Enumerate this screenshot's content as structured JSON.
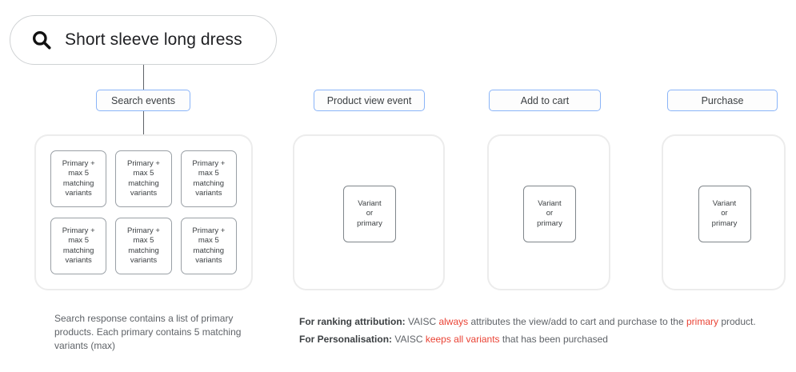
{
  "search": {
    "icon": "search-icon",
    "query": "Short sleeve long dress"
  },
  "stages": [
    {
      "id": "search-events",
      "label": "Search events"
    },
    {
      "id": "product-view",
      "label": "Product view event"
    },
    {
      "id": "add-to-cart",
      "label": "Add to cart"
    },
    {
      "id": "purchase",
      "label": "Purchase"
    }
  ],
  "search_results": {
    "card_label": "Primary +\nmax 5\nmatching\nvariants",
    "cards": [
      "Primary +\nmax 5\nmatching\nvariants",
      "Primary +\nmax 5\nmatching\nvariants",
      "Primary +\nmax 5\nmatching\nvariants",
      "Primary +\nmax 5\nmatching\nvariants",
      "Primary +\nmax 5\nmatching\nvariants",
      "Primary +\nmax 5\nmatching\nvariants"
    ]
  },
  "variant_card": {
    "label": "Variant\nor\nprimary"
  },
  "caption_left": "Search response contains a list of primary products. Each primary contains 5 matching variants (max)",
  "annotations": [
    {
      "bold": "For ranking attribution:",
      "parts": [
        {
          "text": " VAISC ",
          "highlight": false
        },
        {
          "text": "always",
          "highlight": true
        },
        {
          "text": " attributes the view/add to cart and purchase to the ",
          "highlight": false
        },
        {
          "text": "primary",
          "highlight": true
        },
        {
          "text": " product.",
          "highlight": false
        }
      ]
    },
    {
      "bold": "For Personalisation:",
      "parts": [
        {
          "text": " VAISC ",
          "highlight": false
        },
        {
          "text": "keeps all variants",
          "highlight": true
        },
        {
          "text": " that has been purchased",
          "highlight": false
        }
      ]
    }
  ],
  "colors": {
    "accent_blue": "#8ab4f8",
    "highlight_red": "#ea4335",
    "panel_border": "#ececec",
    "card_border": "#9aa0a6",
    "text": "#3c4043",
    "muted_text": "#5f6368"
  }
}
